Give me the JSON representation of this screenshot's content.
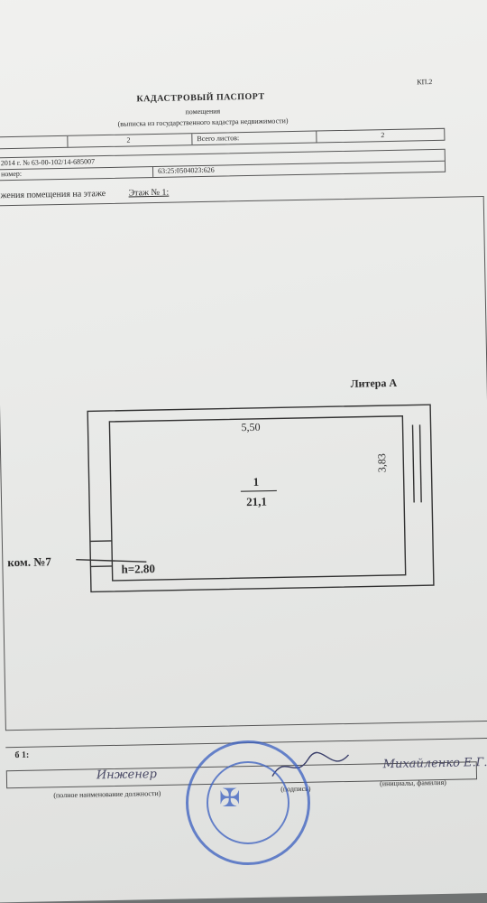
{
  "header": {
    "form_code": "КП.2",
    "title": "КАДАСТРОВЫЙ ПАСПОРТ",
    "subtitle": "помещения",
    "extract_note": "(выписка из государственного кадастра недвижимости)"
  },
  "sheet_row": {
    "sheet_no": "2",
    "total_label": "Всего листов:",
    "total_value": "2"
  },
  "ref_row": {
    "number_text": "2014 г. № 63-00-102/14-685007",
    "cadastral_label": "номер:",
    "cadastral_value": "63:25:0504023:626"
  },
  "plan_header": {
    "caption": "жения помещения на этаже",
    "floor_label": "Этаж № 1:"
  },
  "plan": {
    "litera": "Литера А",
    "width_dim": "5,50",
    "height_dim": "3,83",
    "room_number": "1",
    "room_area": "21,1",
    "room_height": "h=2.80",
    "adjacent_room": "ком. №7"
  },
  "footer": {
    "scale_label": "б 1:",
    "position": "Инженер",
    "position_caption": "(полное наименование должности)",
    "signature_caption": "(подпись)",
    "name": "Михайленко Е.Г.",
    "name_caption": "(инициалы, фамилия)"
  }
}
